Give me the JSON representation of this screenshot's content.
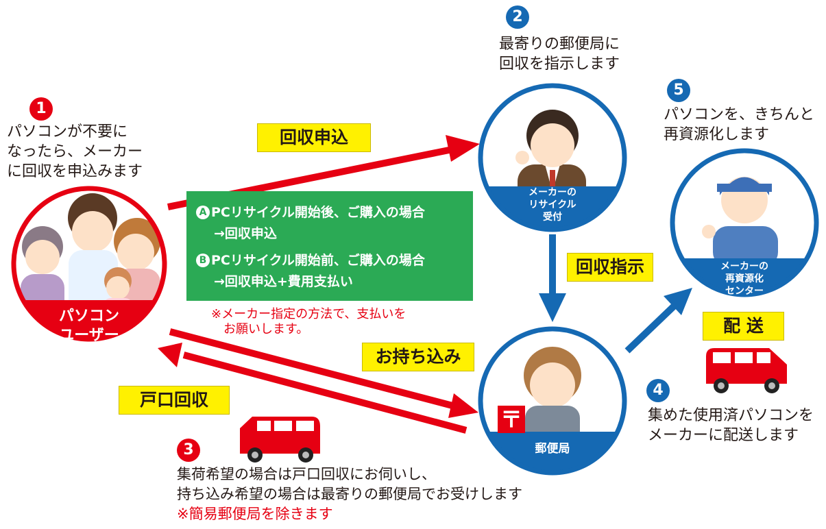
{
  "step1": {
    "number": "1",
    "lines": [
      "パソコンが不要に",
      "なったら、メーカー",
      "に回収を申込みます"
    ]
  },
  "step2": {
    "number": "2",
    "lines": [
      "最寄りの郵便局に",
      "回収を指示します"
    ]
  },
  "step3": {
    "number": "3",
    "lines": [
      "集荷希望の場合は戸口回収にお伺いし、",
      "持ち込み希望の場合は最寄りの郵便局でお受けします"
    ],
    "note": "※簡易郵便局を除きます"
  },
  "step4": {
    "number": "4",
    "lines": [
      "集めた使用済パソコンを",
      "メーカーに配送します"
    ]
  },
  "step5": {
    "number": "5",
    "lines": [
      "パソコンを、きちんと",
      "再資源化します"
    ]
  },
  "labels": {
    "apply": "回収申込",
    "instruct": "回収指示",
    "carry_in": "お持ち込み",
    "door_pickup": "戸口回収",
    "delivery": "配 送"
  },
  "green_box": {
    "a_badge": "A",
    "a_line1": "PCリサイクル開始後、ご購入の場合",
    "a_line2": "→回収申込",
    "b_badge": "B",
    "b_line1": "PCリサイクル開始前、ご購入の場合",
    "b_line2": "→回収申込+費用支払い"
  },
  "payment_note": [
    "※メーカー指定の方法で、支払いを",
    "お願いします。"
  ],
  "circles": {
    "user": [
      "パソコン",
      "ユーザー"
    ],
    "maker": [
      "メーカーの",
      "リサイクル",
      "受付"
    ],
    "post": [
      "郵便局"
    ],
    "center": [
      "メーカーの",
      "再資源化",
      "センター"
    ]
  },
  "post_mark": "〒",
  "colors": {
    "red": "#e60012",
    "blue": "#1569b3",
    "yellow": "#fff100",
    "green": "#2baa55"
  }
}
